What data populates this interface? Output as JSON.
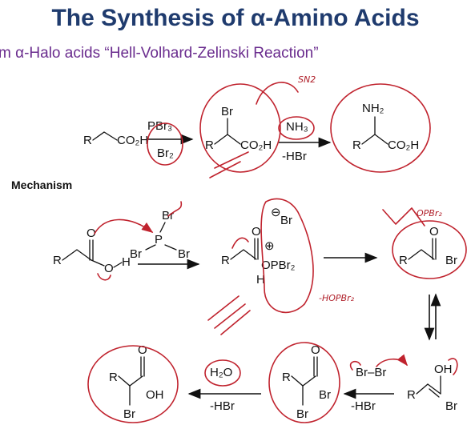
{
  "title": "The Synthesis of α-Amino Acids",
  "subtitle": "m α-Halo acids “Hell-Volhard-Zelinski Reaction”",
  "mechanism_label": "Mechanism",
  "reaction": {
    "start_R": "R",
    "start_group": "CO₂H",
    "reagent1": "PBr₃",
    "reagent2": "Br₂",
    "mid_R": "R",
    "mid_Br": "Br",
    "mid_group": "CO₂H",
    "reagent3": "NH₃",
    "reagent4": "-HBr",
    "prod_R": "R",
    "prod_NH2": "NH₂",
    "prod_group": "CO₂H"
  },
  "mech_row1": {
    "acid_R": "R",
    "acid_O": "O",
    "acid_OH": "O",
    "acid_H": "H",
    "pbr3_Br_top": "Br",
    "pbr3_P": "P",
    "pbr3_Br_left": "Br",
    "pbr3_Br_right": "Br",
    "bromide": "Br",
    "bromide_charge": "⊖",
    "inter_R": "R",
    "inter_O": "O",
    "inter_charge": "⊕",
    "inter_OPBr2": "OPBr₂",
    "inter_H": "H",
    "acylbr_R": "R",
    "acylbr_O": "O",
    "acylbr_Br": "Br"
  },
  "mech_row2": {
    "enol_R": "R",
    "enol_OH": "OH",
    "enol_Br": "Br",
    "br2": "Br–Br",
    "reagent_hbr1": "-HBr",
    "abr_R": "R",
    "abr_O": "O",
    "abr_Br_acyl": "Br",
    "abr_Br_alpha": "Br",
    "water": "H₂O",
    "reagent_hbr2": "-HBr",
    "final_R": "R",
    "final_O": "O",
    "final_OH": "OH",
    "final_Br": "Br"
  },
  "annotations": {
    "sn2": "SN2",
    "hopbr2": "-HOPBr₂",
    "scribble": "OPBr₂"
  },
  "colors": {
    "title": "#1f3b6e",
    "subtitle": "#6a2c8e",
    "ink": "#c0232e"
  }
}
